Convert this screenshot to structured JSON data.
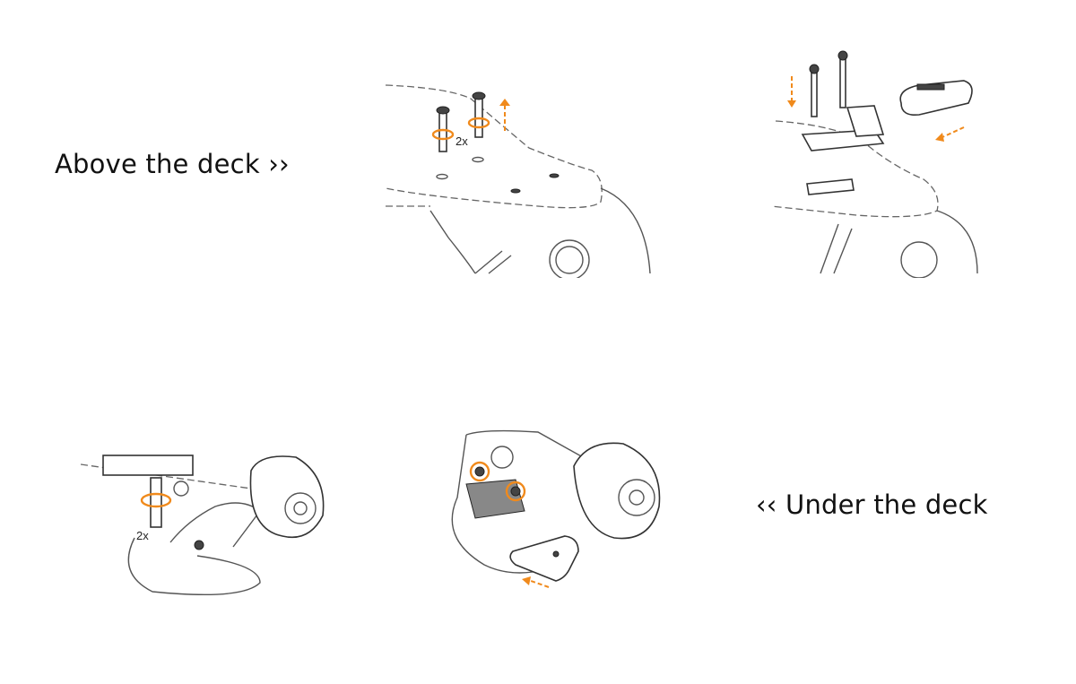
{
  "captions": {
    "above": "Above the deck ››",
    "under": "‹‹ Under the deck"
  },
  "steps": [
    {
      "id": "remove-screws",
      "quantity_label": "2x"
    },
    {
      "id": "insert-bolts-and-mount"
    },
    {
      "id": "tighten-under-deck",
      "quantity_label": "2x"
    },
    {
      "id": "attach-under-deck-mount"
    }
  ],
  "colors": {
    "accent": "#f08a1c",
    "line": "#555555"
  }
}
